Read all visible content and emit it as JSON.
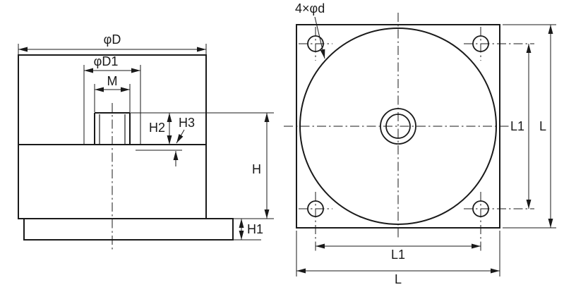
{
  "side_view": {
    "labels": {
      "diameter_D": "φD",
      "diameter_D1": "φD1",
      "thread_M": "M",
      "height_H2": "H2",
      "height_H3": "H3",
      "height_H": "H",
      "height_H1": "H1"
    }
  },
  "top_view": {
    "labels": {
      "bolt_holes": "4×φd",
      "hole_spacing_L1_right": "L1",
      "plate_size_L_right": "L",
      "hole_spacing_L1_bottom": "L1",
      "plate_size_L_bottom": "L"
    }
  },
  "colors": {
    "line": "#1a1a1a",
    "background": "#ffffff"
  }
}
